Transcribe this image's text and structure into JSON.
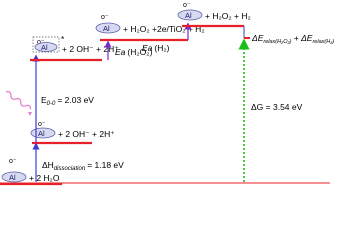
{
  "molecule": {
    "ring_label": "Al",
    "superscript": "o⁻",
    "excited_marker": "*"
  },
  "states": {
    "ground": {
      "label": "+ 2 H₂O"
    },
    "dissociated": {
      "label": "+ 2 OH⁻ + 2H⁺"
    },
    "excited": {
      "label": "+ 2 OH⁻ + 2H⁺"
    },
    "h2o2_h2": {
      "label": "+ H₂O₂ +2e/TiO₂ + H₂"
    },
    "final": {
      "label": "+ H₂O₂ + H₂"
    }
  },
  "energies": {
    "dissociation": {
      "symbol": "ΔH",
      "sub": "dissociation",
      "value": "= 1.18 eV"
    },
    "excitation": {
      "symbol": "E",
      "sub": "0-0",
      "value": "= 2.03 eV"
    },
    "activation": {
      "symbol": "Ea",
      "paren": "(H₂O₂)"
    },
    "activation_h2": {
      "paren": "(H₂)"
    },
    "gibbs": {
      "text": "ΔG = 3.54 eV"
    },
    "relax": {
      "text1": "ΔE",
      "sub1": "relax(H₂O₂)",
      "text2": " + ΔE",
      "sub2": "relax(H₂)"
    }
  },
  "colors": {
    "level": "#e8202a",
    "arrow_blue": "#3b3bd6",
    "arrow_purple": "#7a2bd0",
    "gibbs": "#19c219",
    "wave": "#e27bd0",
    "ring_fill": "#d7d9f0",
    "ring_stroke": "#5a5fa8"
  }
}
